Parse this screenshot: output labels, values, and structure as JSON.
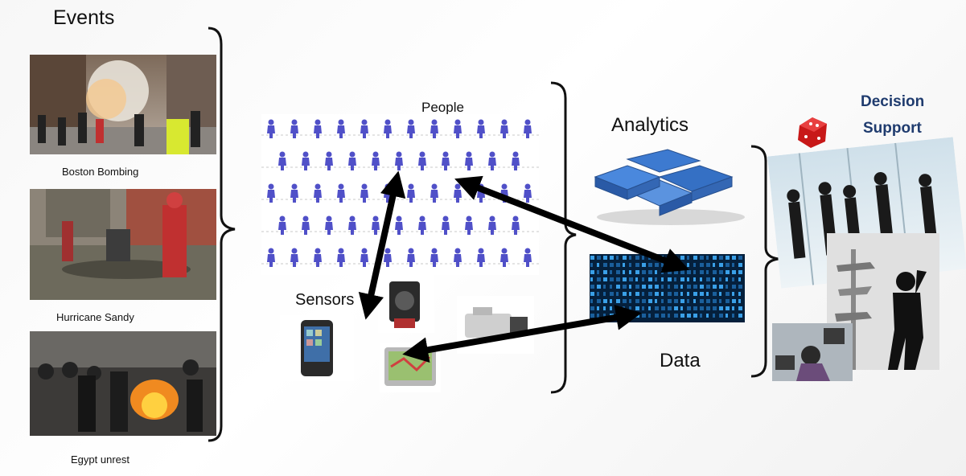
{
  "events": {
    "title": "Events",
    "items": [
      {
        "caption": "Boston Bombing"
      },
      {
        "caption": "Hurricane Sandy"
      },
      {
        "caption": "Egypt unrest"
      }
    ]
  },
  "people": {
    "label": "People"
  },
  "sensors": {
    "label": "Sensors"
  },
  "analytics": {
    "label": "Analytics"
  },
  "data": {
    "label": "Data"
  },
  "decision": {
    "line1": "Decision",
    "line2": "Support"
  },
  "colors": {
    "people_blue": "#5050c8",
    "decision_blue": "#1f3b6e",
    "puzzle_blue": "#3a78c9",
    "arrow": "#000000"
  }
}
